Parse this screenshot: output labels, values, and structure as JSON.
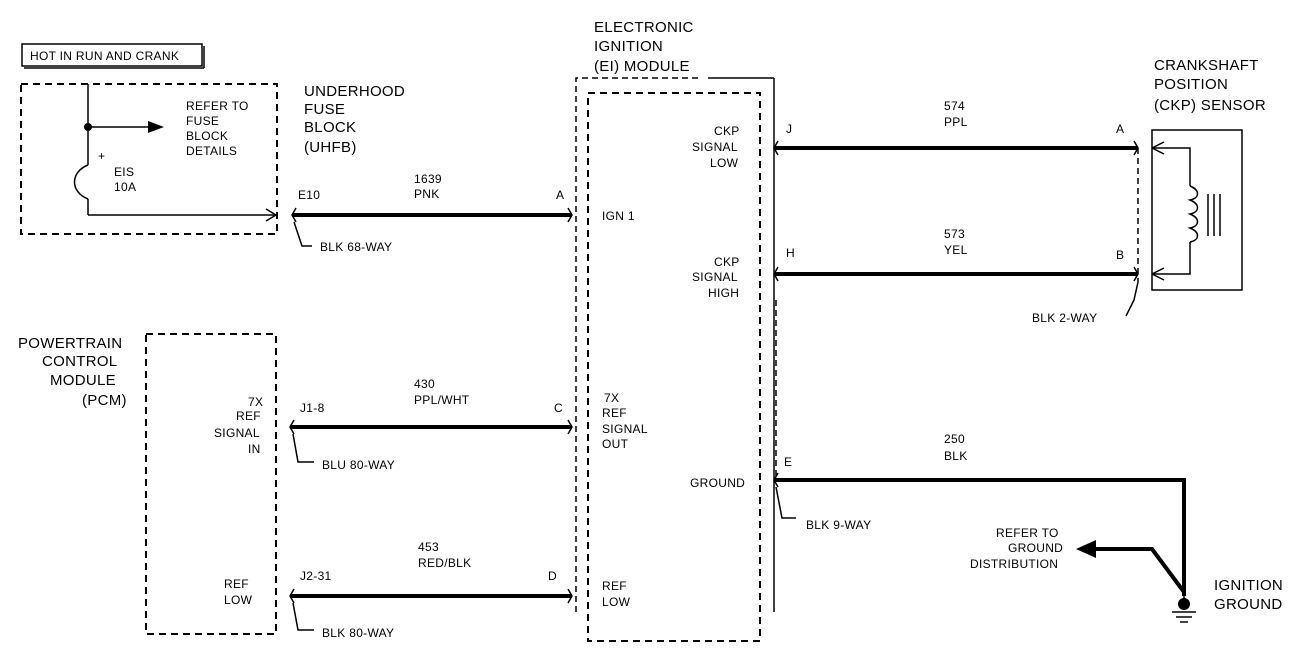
{
  "hot_label": "HOT IN RUN AND CRANK",
  "uhfb": {
    "title": [
      "UNDERHOOD",
      "FUSE",
      "BLOCK",
      "(UHFB)"
    ],
    "refer": [
      "REFER TO",
      "FUSE",
      "BLOCK",
      "DETAILS"
    ],
    "fuse": [
      "EIS",
      "10A"
    ],
    "plus": "+",
    "terminal": "E10",
    "connector": "BLK 68-WAY"
  },
  "pcm": {
    "title": [
      "POWERTRAIN",
      "CONTROL",
      "MODULE",
      "(PCM)"
    ],
    "ref_signal_in": [
      "7X",
      "REF",
      "SIGNAL",
      "IN"
    ],
    "ref_low": [
      "REF",
      "LOW"
    ],
    "term_j1": "J1-8",
    "term_j2": "J2-31",
    "conn_blu": "BLU 80-WAY",
    "conn_blk": "BLK 80-WAY"
  },
  "ei": {
    "title": [
      "ELECTRONIC",
      "IGNITION",
      "(EI)  MODULE"
    ],
    "ign": "IGN 1",
    "ref_signal_out": [
      "7X",
      "REF",
      "SIGNAL",
      "OUT"
    ],
    "ref_low": [
      "REF",
      "LOW"
    ],
    "ckp_low": [
      "CKP",
      "SIGNAL",
      "LOW"
    ],
    "ckp_high": [
      "CKP",
      "SIGNAL",
      "HIGH"
    ],
    "ground": "GROUND",
    "pins_left": {
      "a": "A",
      "c": "C",
      "d": "D"
    },
    "pins_right": {
      "j": "J",
      "h": "H",
      "e": "E"
    },
    "conn": "BLK 9-WAY"
  },
  "wires": {
    "w1639": {
      "num": "1639",
      "color": "PNK"
    },
    "w430": {
      "num": "430",
      "color": "PPL/WHT"
    },
    "w453": {
      "num": "453",
      "color": "RED/BLK"
    },
    "w574": {
      "num": "574",
      "color": "PPL"
    },
    "w573": {
      "num": "573",
      "color": "YEL"
    },
    "w250": {
      "num": "250",
      "color": "BLK"
    }
  },
  "ckp": {
    "title": [
      "CRANKSHAFT",
      "POSITION",
      "(CKP)  SENSOR"
    ],
    "pin_a": "A",
    "pin_b": "B",
    "conn": "BLK 2-WAY"
  },
  "ground": {
    "refer": [
      "REFER TO",
      "GROUND",
      "DISTRIBUTION"
    ],
    "label": [
      "IGNITION",
      "GROUND"
    ]
  }
}
